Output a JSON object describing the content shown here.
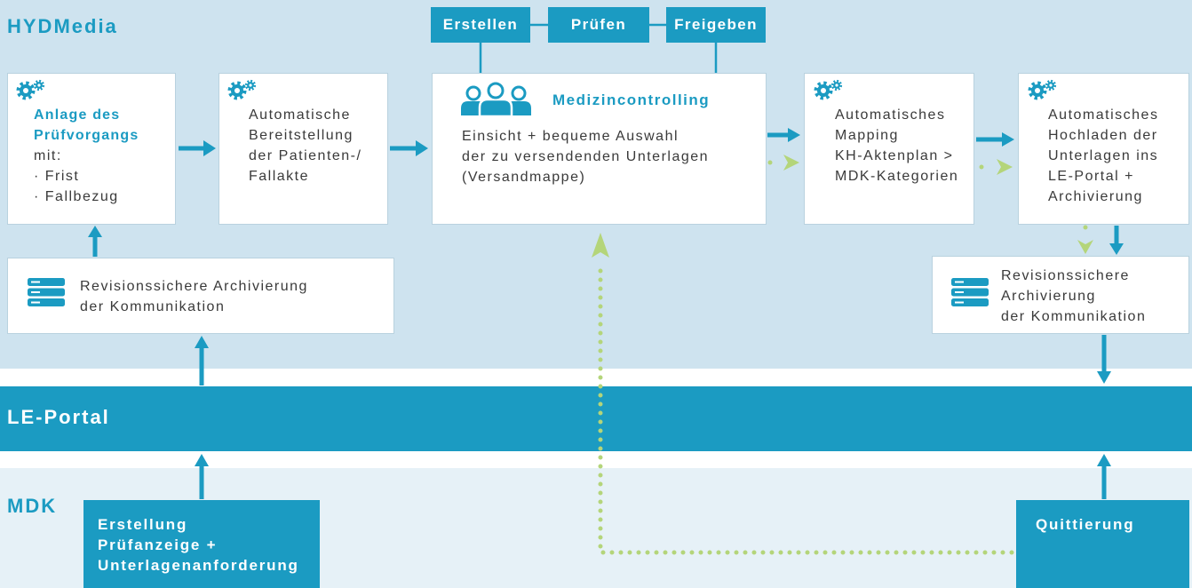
{
  "regions": {
    "hydmedia": "HYDMedia",
    "le_portal": "LE-Portal",
    "mdk": "MDK"
  },
  "workflow": {
    "steps": [
      "Erstellen",
      "Prüfen",
      "Freigeben"
    ]
  },
  "hydmedia_boxes": {
    "anlage": {
      "icon": "gears-icon",
      "title": [
        "Anlage des",
        "Prüfvorgangs"
      ],
      "lines": [
        "mit:",
        "· Frist",
        "· Fallbezug"
      ]
    },
    "bereitstellung": {
      "icon": "gears-icon",
      "lines": [
        "Automatische",
        "Bereitstellung",
        "der Patienten-/",
        "Fallakte"
      ]
    },
    "medizincontrolling": {
      "icon": "people-icon",
      "title": "Medizincontrolling",
      "lines": [
        "Einsicht + bequeme Auswahl",
        "der zu versendenden Unterlagen",
        "(Versandmappe)"
      ]
    },
    "mapping": {
      "icon": "gears-icon",
      "lines": [
        "Automatisches",
        "Mapping",
        "KH-Aktenplan >",
        "MDK-Kategorien"
      ]
    },
    "hochladen": {
      "icon": "gears-icon",
      "lines": [
        "Automatisches",
        "Hochladen der",
        "Unterlagen ins",
        "LE-Portal +",
        "Archivierung"
      ]
    },
    "archivierung_links": {
      "icon": "server-icon",
      "lines": [
        "Revisionssichere Archivierung",
        "der Kommunikation"
      ]
    },
    "archivierung_rechts": {
      "icon": "server-icon",
      "lines": [
        "Revisionssichere",
        "Archivierung",
        "der Kommunikation"
      ]
    }
  },
  "mdk_boxes": {
    "erstellung": {
      "lines": [
        "Erstellung",
        "Prüfanzeige +",
        "Unterlagenanforderung"
      ]
    },
    "quittierung": {
      "lines": [
        "Quittierung"
      ]
    }
  },
  "colors": {
    "accent": "#1b9bc2",
    "background_top": "#cee3ef",
    "background_mdk": "#e6f1f7",
    "dotted_flow": "#b4d57a",
    "text": "#3a3a3a",
    "box_border": "#b9d2df"
  }
}
